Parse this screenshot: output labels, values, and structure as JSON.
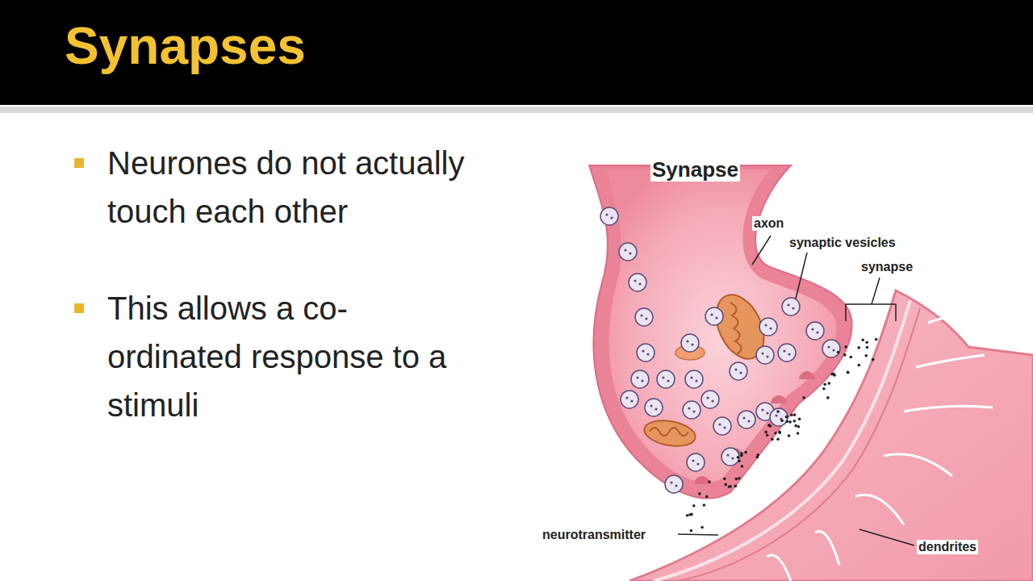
{
  "diagram": {
    "title": "Synapses",
    "labels": [
      "Neurones do not actually touch each other",
      "This allows a co-ordinated response to a stimuli",
      "Synapse",
      "axon",
      "synaptic vesicles",
      "synapse",
      "neurotransmitter",
      "dendrites"
    ]
  }
}
